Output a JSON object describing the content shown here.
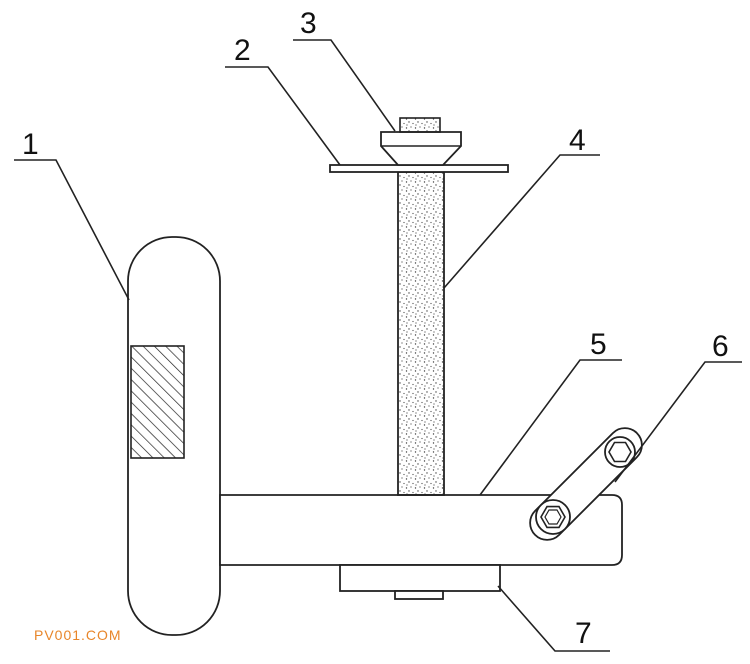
{
  "labels": {
    "part_1": "1",
    "part_2": "2",
    "part_3": "3",
    "part_4": "4",
    "part_5": "5",
    "part_6": "6",
    "part_7": "7"
  },
  "watermark": "PV001.COM",
  "colors": {
    "line": "#222222",
    "watermark": "#e8862a",
    "background": "#ffffff"
  }
}
